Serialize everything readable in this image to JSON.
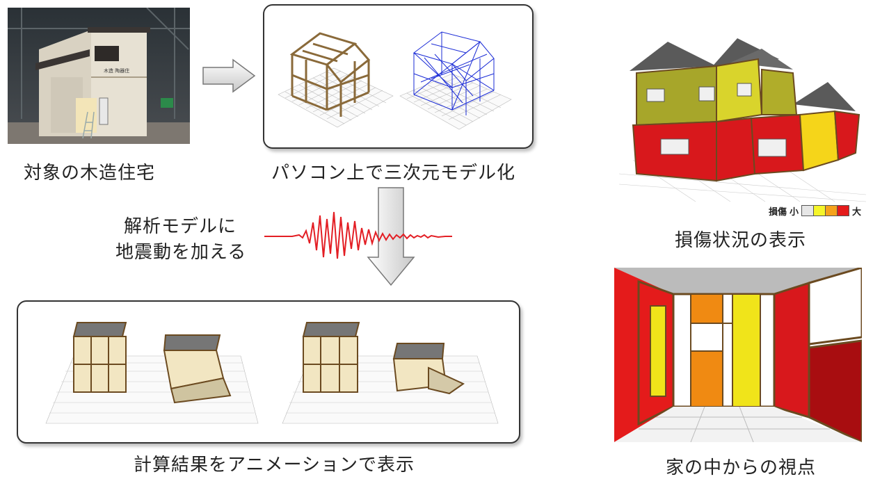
{
  "captions": {
    "target_house": "対象の木造住宅",
    "model_3d": "パソコン上で三次元モデル化",
    "add_ground_motion_line1": "解析モデルに",
    "add_ground_motion_line2": "地震動を加える",
    "animation_result": "計算結果をアニメーションで表示",
    "damage_display": "損傷状況の表示",
    "interior_view": "家の中からの視点"
  },
  "photo_sign": {
    "text": "木造 陶器住"
  },
  "legend": {
    "title": "損傷",
    "low": "小",
    "high": "大",
    "colors": [
      "#e6e6e6",
      "#f5f52a",
      "#f5a21b",
      "#e41b1b"
    ]
  },
  "colors": {
    "damage_red": "#d8181c",
    "damage_yellow": "#d9d42c",
    "damage_olive": "#a7a62a",
    "damage_orange": "#f08a12",
    "wave_red": "#e31e24",
    "wood": "#8a6a3a",
    "wireframe_blue": "#1a2bd6",
    "roof_gray": "#6d6d6d"
  }
}
